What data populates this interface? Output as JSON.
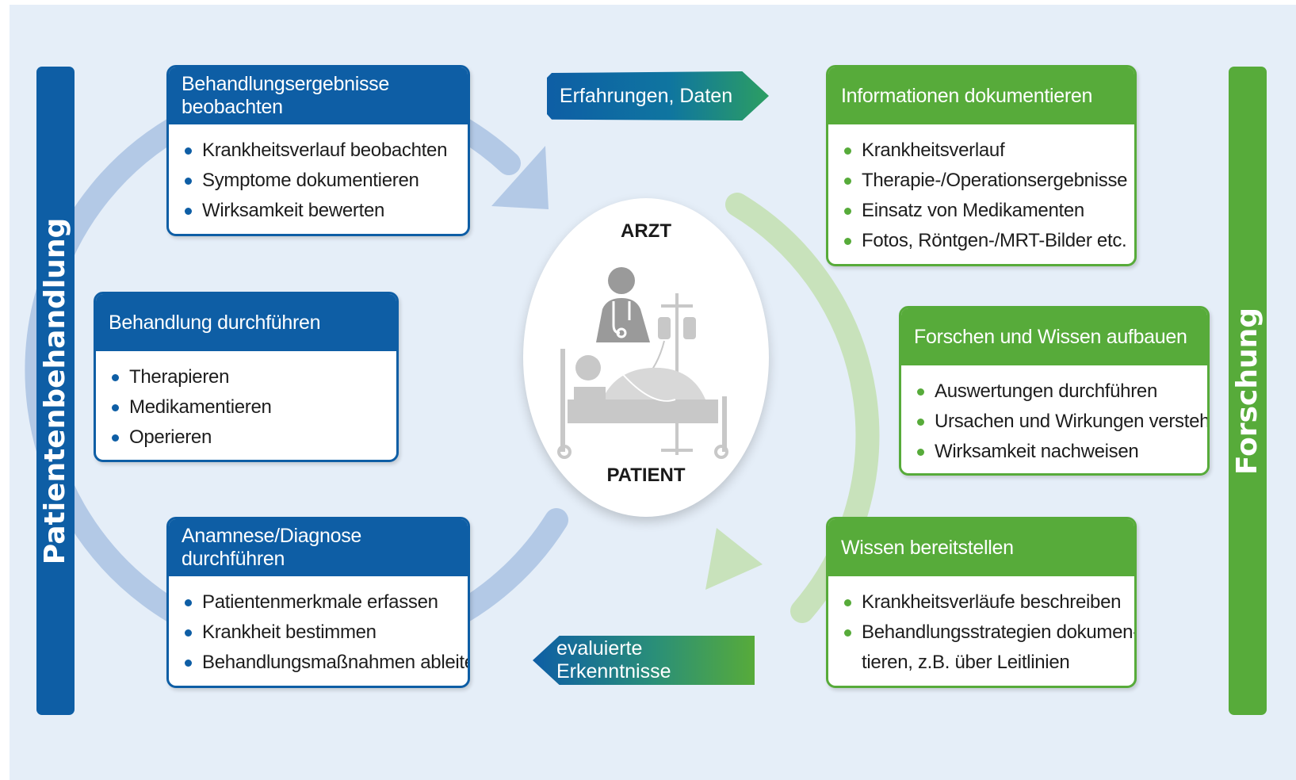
{
  "sidebars": {
    "left_label": "Patientenbehandlung",
    "right_label": "Forschung"
  },
  "cards": {
    "observe": {
      "title": "Behandlungsergebnisse beobachten",
      "items": [
        "Krankheitsverlauf beobachten",
        "Symptome dokumentieren",
        "Wirksamkeit bewerten"
      ]
    },
    "treat": {
      "title": "Behandlung durchführen",
      "items": [
        "Therapieren",
        "Medikamentieren",
        "Operieren"
      ]
    },
    "diagnose": {
      "title": "Anamnese/Diagnose durchführen",
      "items": [
        "Patientenmerkmale erfassen",
        "Krankheit bestimmen",
        "Behandlungsmaßnahmen ableiten"
      ]
    },
    "document": {
      "title": "Informationen dokumentieren",
      "items": [
        "Krankheitsverlauf",
        "Therapie-/Operationsergebnisse",
        "Einsatz von Medikamenten",
        "Fotos, Röntgen-/MRT-Bilder etc."
      ]
    },
    "research": {
      "title": "Forschen und Wissen aufbauen",
      "items": [
        "Auswertungen durchführen",
        "Ursachen und Wirkungen verstehen",
        "Wirksamkeit nachweisen"
      ]
    },
    "provide": {
      "title": "Wissen bereitstellen",
      "items": [
        "Krankheitsverläufe beschreiben",
        "Behandlungsstrategien dokumen-",
        "tieren, z.B. über Leitlinien"
      ]
    }
  },
  "flows": {
    "top": "Erfahrungen, Daten",
    "bottom": "evaluierte Erkenntnisse"
  },
  "center": {
    "top_label": "ARZT",
    "bottom_label": "PATIENT"
  },
  "colors": {
    "blue": "#0e5ea5",
    "green": "#57ab3a",
    "background": "#e5eef8",
    "cycle_blue": "#b3c9e6",
    "cycle_green": "#c8e2bb"
  },
  "icons": [
    "doctor-icon",
    "hospital-bed-icon",
    "iv-drip-icon"
  ]
}
